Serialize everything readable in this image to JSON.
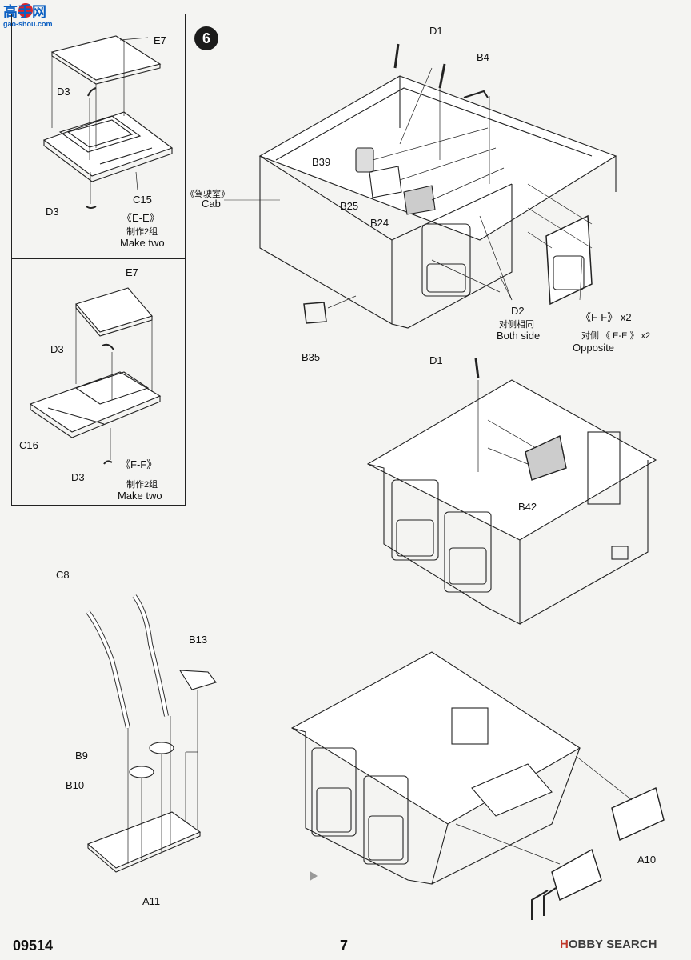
{
  "watermark": {
    "logo_text": "高手网",
    "site": "gao-shou.com"
  },
  "step": {
    "number": "6"
  },
  "inset_ee": {
    "part_top": "E7",
    "part_pin_top": "D3",
    "part_base": "C15",
    "part_pin_bottom": "D3",
    "section": "《E-E》",
    "note_cn": "制作2组",
    "note_en": "Make two"
  },
  "inset_ff": {
    "part_top": "E7",
    "part_pin_top": "D3",
    "part_base": "C16",
    "part_pin_bottom": "D3",
    "section": "《F-F》",
    "note_cn": "制作2组",
    "note_en": "Make two"
  },
  "cab": {
    "label_cn": "《驾驶室》",
    "label_en": "Cab",
    "parts": {
      "d1": "D1",
      "b4": "B4",
      "b39": "B39",
      "b25": "B25",
      "b24": "B24",
      "b35": "B35",
      "d2": "D2"
    },
    "d2_note_cn": "对侧相同",
    "d2_note_en": "Both side",
    "ff_label": "《F-F》 x2",
    "opposite_cn": "对侧 《 E-E 》 x2",
    "opposite_en": "Opposite"
  },
  "middle": {
    "parts": {
      "d1": "D1",
      "b42": "B42"
    }
  },
  "bottom_left": {
    "parts": {
      "c8": "C8",
      "b13": "B13",
      "b9": "B9",
      "b10": "B10",
      "a11": "A11"
    }
  },
  "bottom_right": {
    "parts": {
      "a10": "A10"
    }
  },
  "footer": {
    "code": "09514",
    "page": "7",
    "brand_red": "H",
    "brand_rest": "OBBY SEARCH"
  }
}
